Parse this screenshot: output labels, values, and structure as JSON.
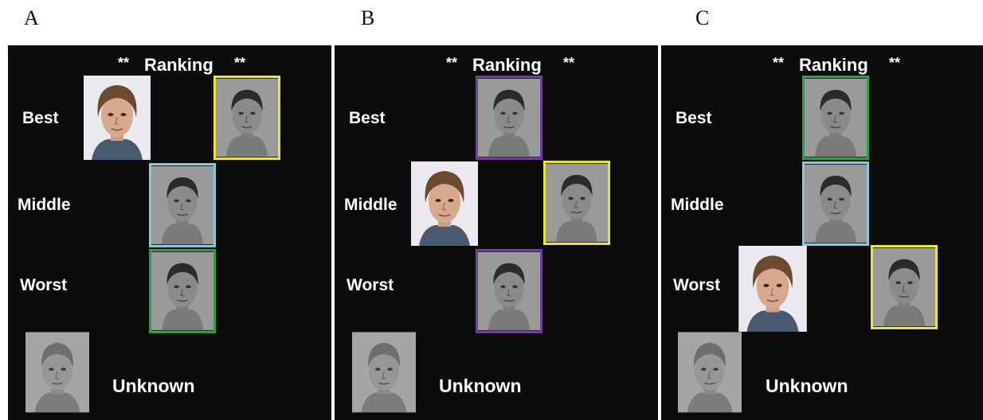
{
  "panels": [
    {
      "letter": "A",
      "title": "Ranking",
      "stars_left": "**",
      "stars_right": "**",
      "ranks": [
        "Best",
        "Middle",
        "Worst"
      ],
      "unknown": "Unknown"
    },
    {
      "letter": "B",
      "title": "Ranking",
      "stars_left": "**",
      "stars_right": "**",
      "ranks": [
        "Best",
        "Middle",
        "Worst"
      ],
      "unknown": "Unknown"
    },
    {
      "letter": "C",
      "title": "Ranking",
      "stars_left": "**",
      "stars_right": "**",
      "ranks": [
        "Best",
        "Middle",
        "Worst"
      ],
      "unknown": "Unknown"
    }
  ],
  "colors": {
    "background": "#0c0c0c",
    "yellow_frame": "#e8e53a",
    "blue_frame": "#8fc6d6",
    "green_frame": "#2e9e4a",
    "purple_frame": "#6f3fa0"
  }
}
